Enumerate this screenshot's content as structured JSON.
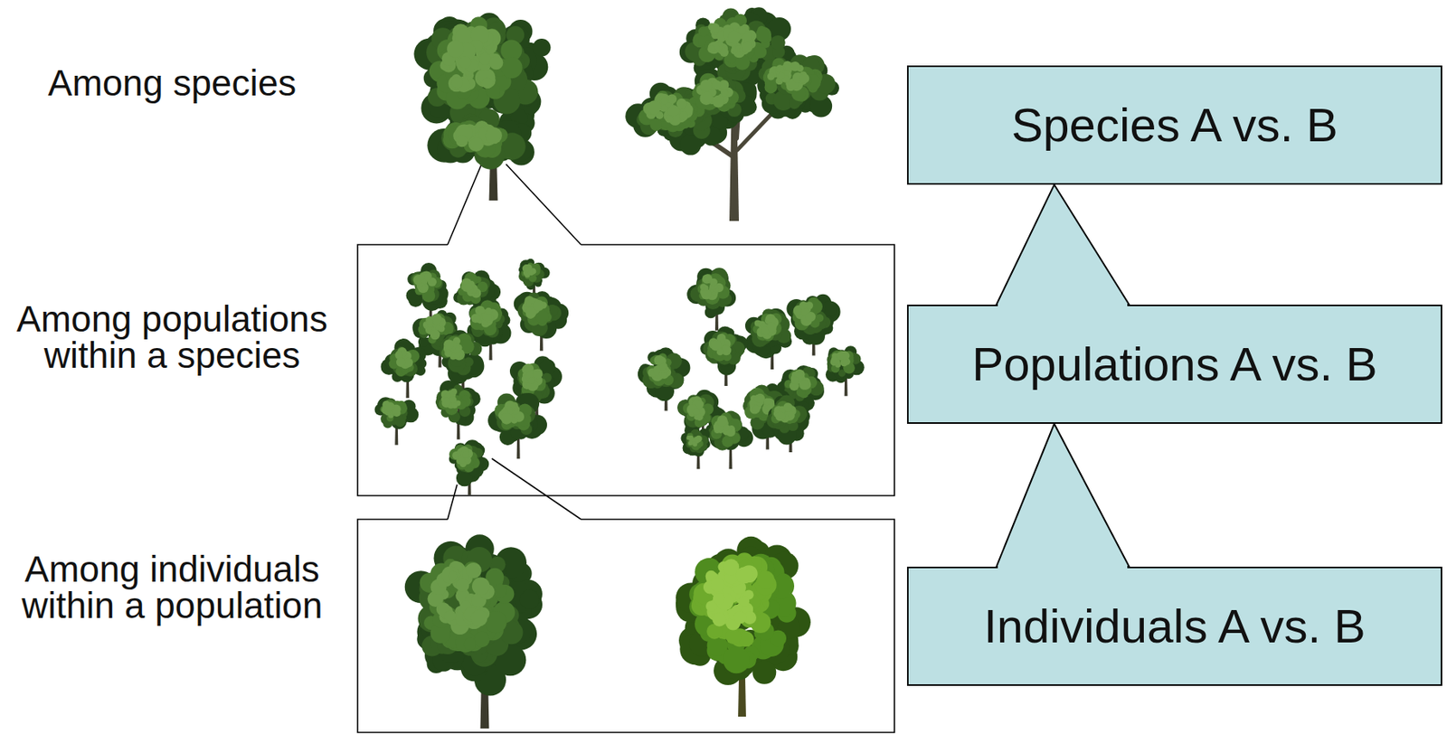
{
  "diagram": {
    "nodes": [
      {
        "text": [
          "Species A vs. B"
        ]
      },
      {
        "text": [
          "Populations A vs. B"
        ]
      },
      {
        "text": [
          "Individuals A vs. B"
        ]
      }
    ],
    "edges": [
      {
        "from": 2,
        "to": 1,
        "arrow": "none"
      },
      {
        "from": 1,
        "to": 0,
        "arrow": "none"
      }
    ],
    "labels": [
      "Among species",
      "Among populations within a species",
      "Among individuals within a population"
    ]
  }
}
